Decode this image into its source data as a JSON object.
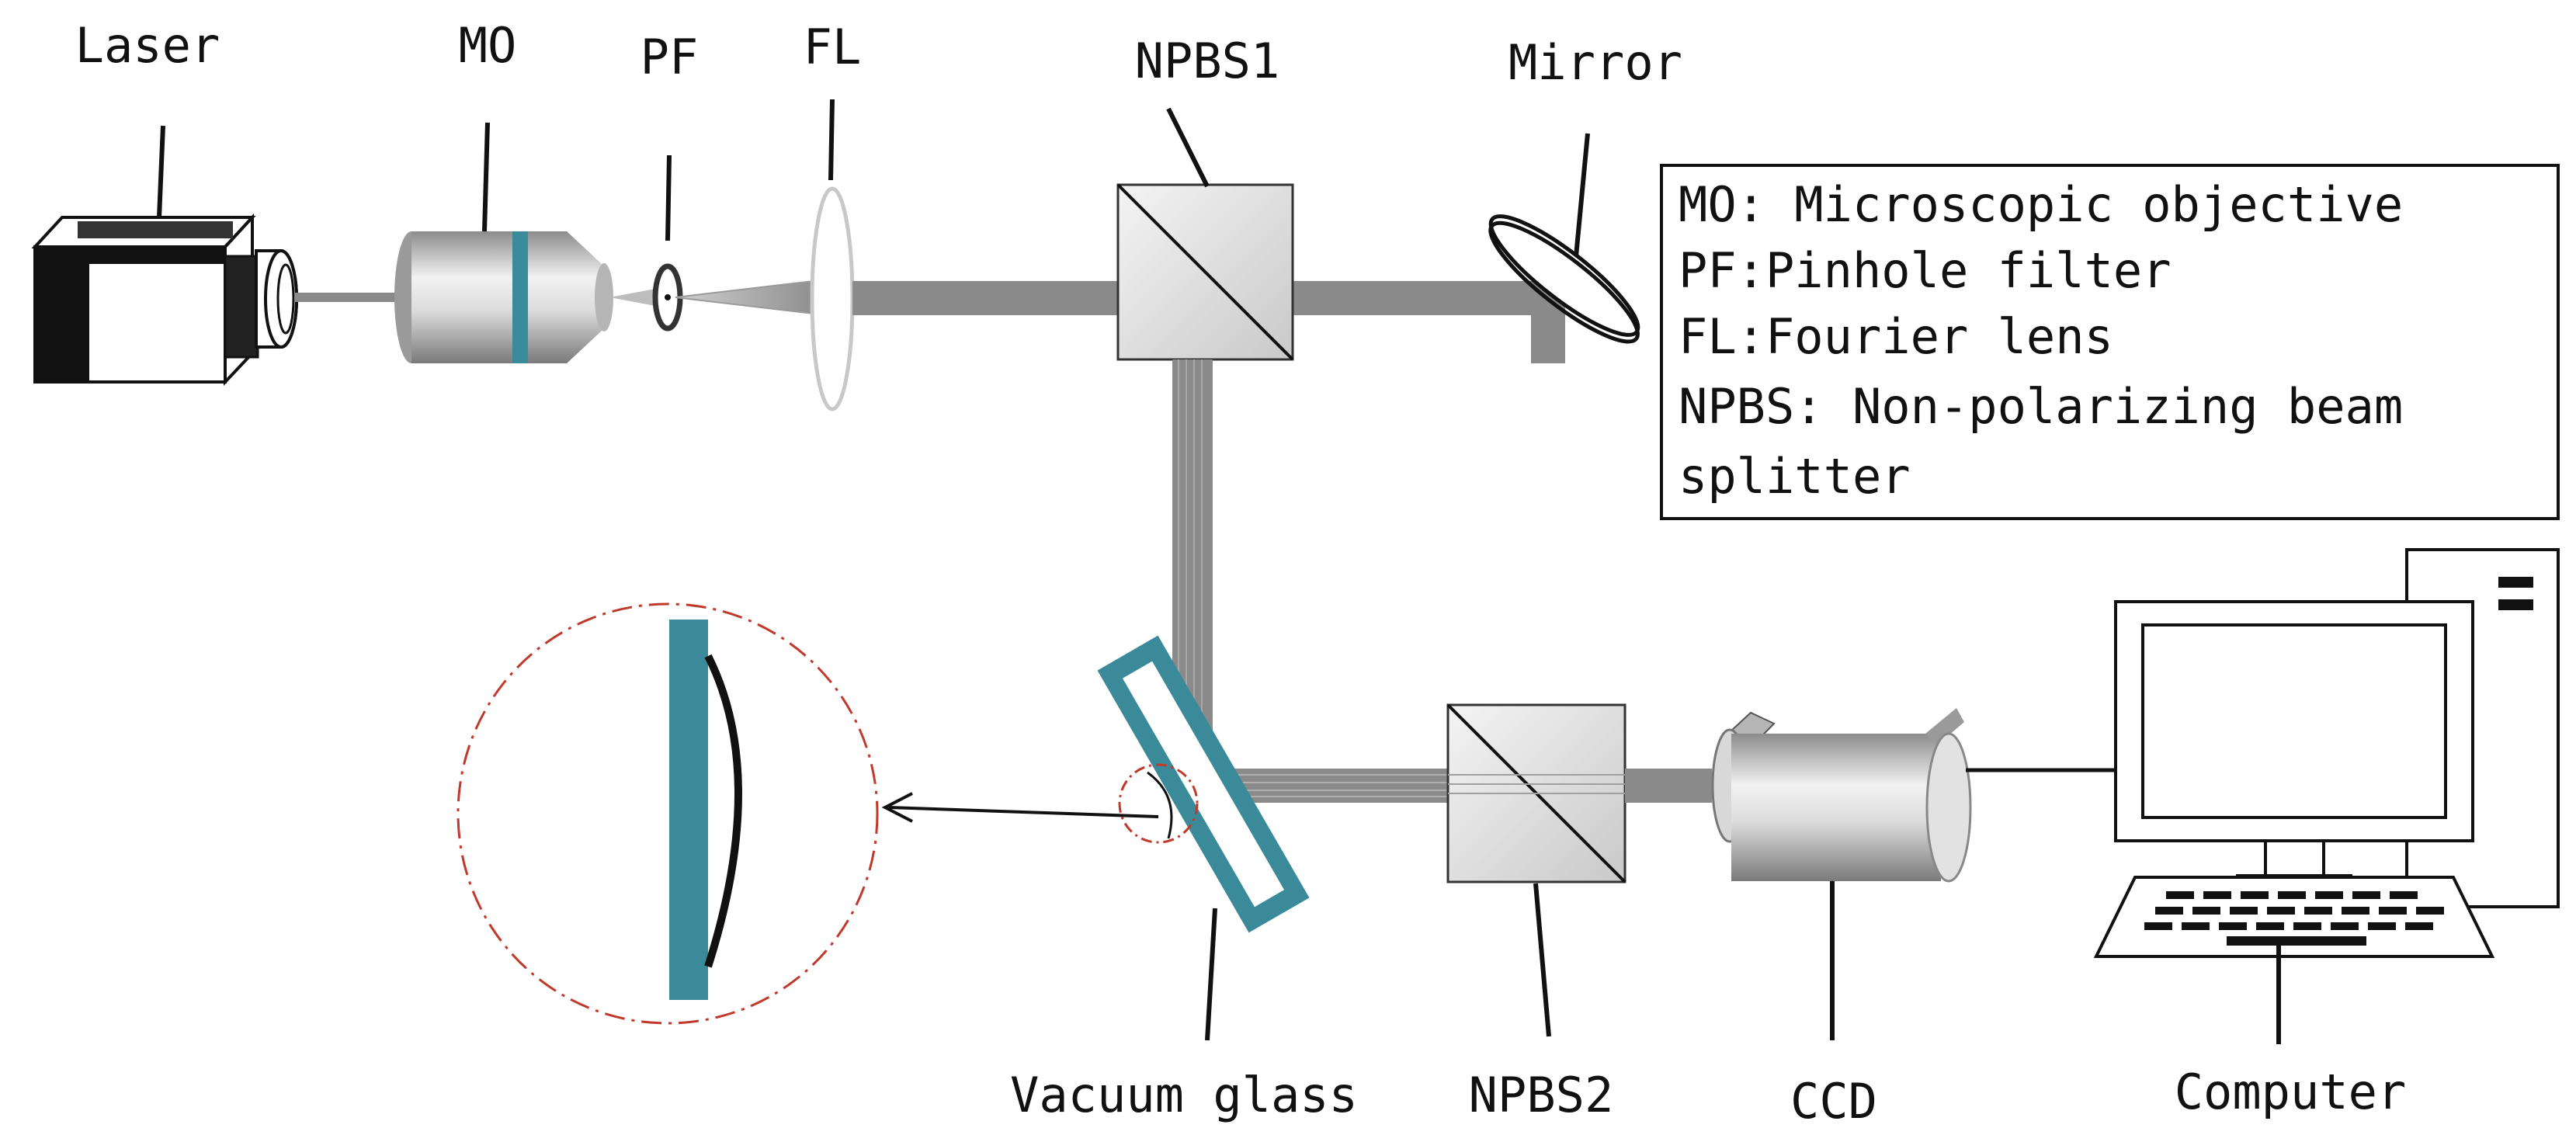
{
  "labels": {
    "laser": "Laser",
    "mo": "MO",
    "pf": "PF",
    "fl": "FL",
    "npbs1": "NPBS1",
    "mirror": "Mirror",
    "vacuum_glass": "Vacuum glass",
    "npbs2": "NPBS2",
    "ccd": "CCD",
    "computer": "Computer"
  },
  "legend": [
    "MO: Microscopic objective",
    "PF:Pinhole filter",
    "FL:Fourier lens",
    "NPBS: Non-polarizing beam",
    "splitter"
  ],
  "colors": {
    "beam": "#8a8a8a",
    "glass_frame": "#3a8a9a",
    "zoom_circle": "#c0392b",
    "outline": "#111111"
  }
}
